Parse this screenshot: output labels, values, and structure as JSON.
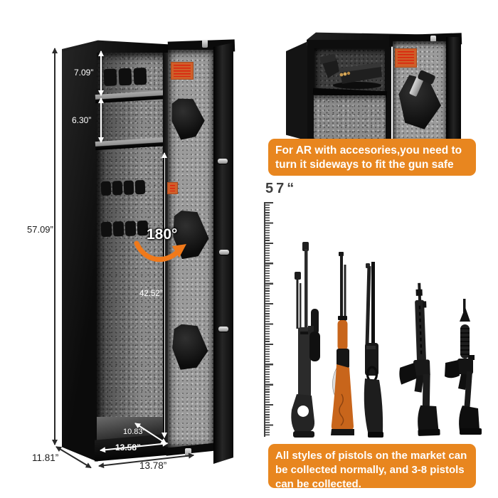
{
  "main_safe": {
    "labels": {
      "total_height": "57.09”",
      "top_compartment": "7.09”",
      "shelf_gap": "6.30”",
      "barrel_length": "42.52”",
      "door_swing": "180°",
      "inner_diagonal": "10.83”",
      "inner_width": "13.58”",
      "outer_width": "13.78”",
      "depth": "11.81”"
    }
  },
  "callouts": {
    "ar_note": "For AR with accesories,you need to\nturn it sideways to fit the gun safe",
    "pistol_note": "All styles of pistols on the market can\nbe collected normally, and 3-8 pistols\ncan be collected."
  },
  "size_ruler": {
    "height_label": "57“"
  },
  "colors": {
    "callout_bg": "#E8861F",
    "rotation_arrow": "#F0791A",
    "lever_wood": "#C8651B"
  }
}
